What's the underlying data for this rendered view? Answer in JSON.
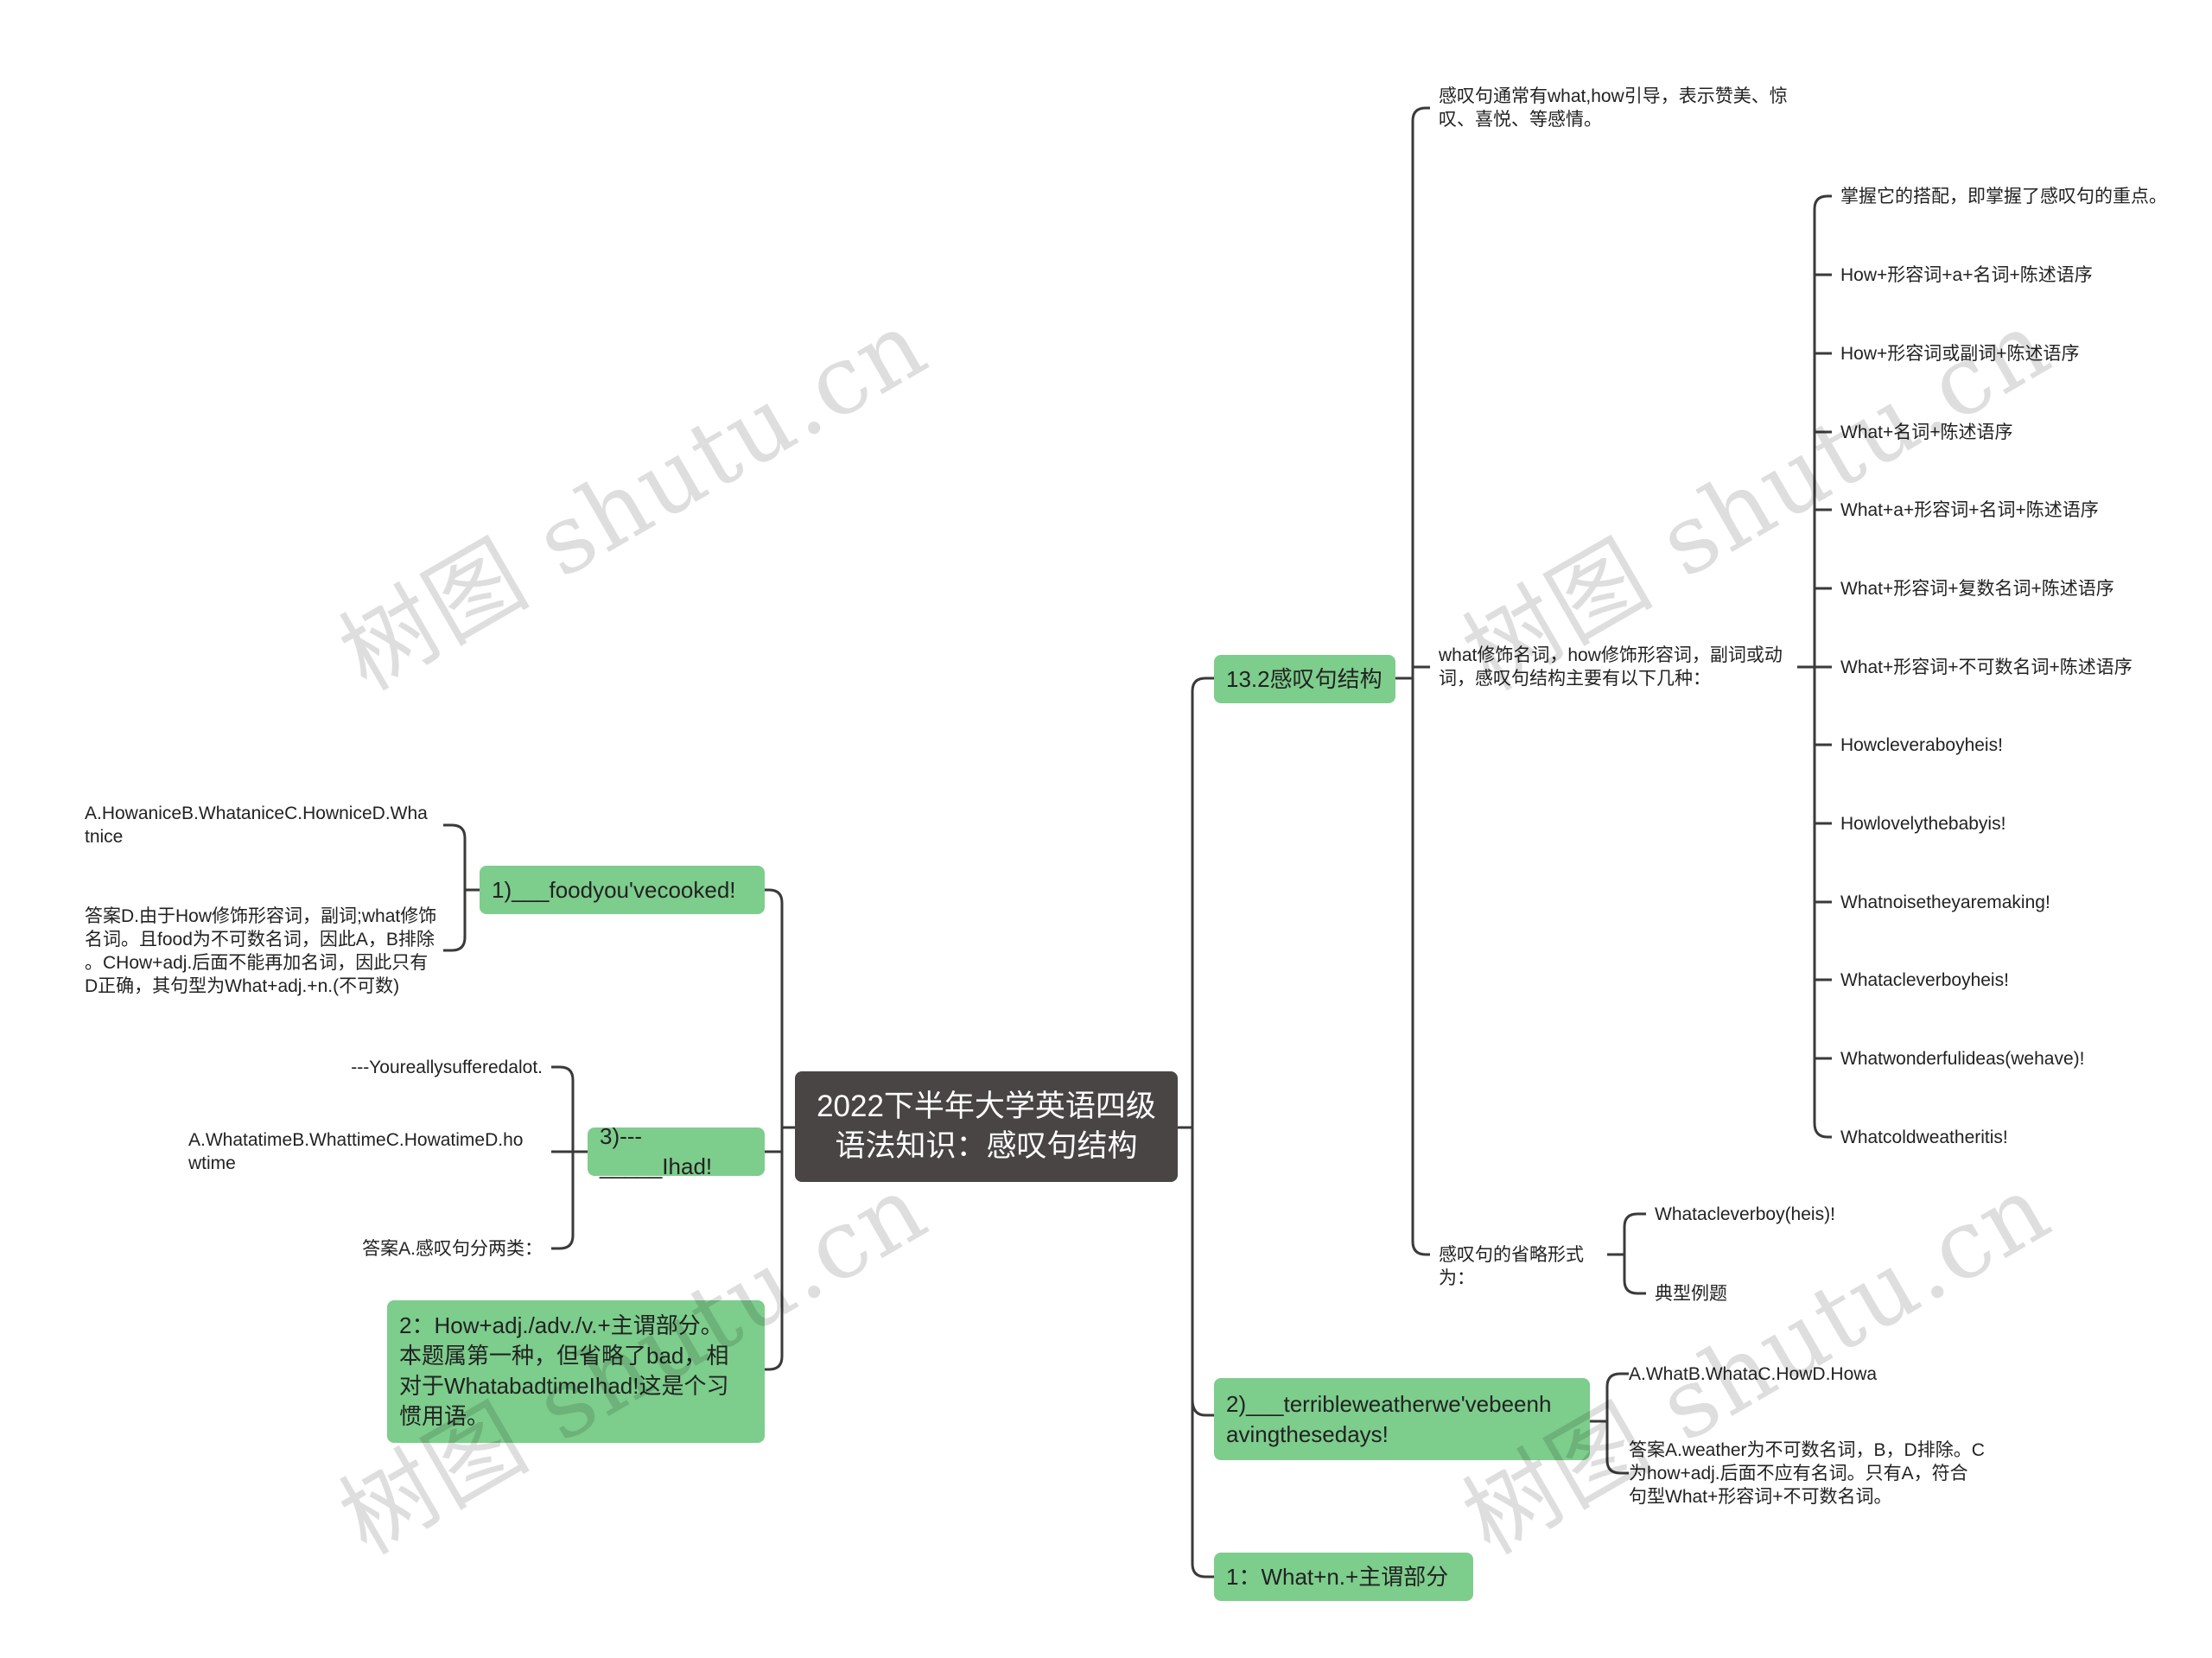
{
  "root": {
    "title": "2022下半年大学英语四级\n语法知识：感叹句结构"
  },
  "right": {
    "b1": {
      "label": "13.2感叹句结构",
      "c1": "感叹句通常有what,how引导，表示赞美、惊\n叹、喜悦、等感情。",
      "c2": {
        "label": "what修饰名词，how修饰形容词，副词或动\n词，感叹句结构主要有以下几种：",
        "items": [
          "掌握它的搭配，即掌握了感叹句的重点。",
          "How+形容词+a+名词+陈述语序",
          "How+形容词或副词+陈述语序",
          "What+名词+陈述语序",
          "What+a+形容词+名词+陈述语序",
          "What+形容词+复数名词+陈述语序",
          "What+形容词+不可数名词+陈述语序",
          "Howcleveraboyheis!",
          "Howlovelythebabyis!",
          "Whatnoisetheyaremaking!",
          "Whatacleverboyheis!",
          "Whatwonderfulideas(wehave)!",
          "Whatcoldweatheritis!"
        ]
      },
      "c3": {
        "label": "感叹句的省略形式为：",
        "items": [
          "Whatacleverboy(heis)!",
          "典型例题"
        ]
      }
    },
    "b2": {
      "label": "2)___terribleweatherwe'vebeenh\navingthesedays!",
      "items": [
        "A.WhatB.WhataC.HowD.Howa",
        "答案A.weather为不可数名词，B，D排除。C\n为how+adj.后面不应有名词。只有A，符合\n句型What+形容词+不可数名词。"
      ]
    },
    "b3": {
      "label": "1：What+n.+主谓部分"
    }
  },
  "left": {
    "l1": {
      "label": "1)___foodyou'vecooked!",
      "items": [
        "A.HowaniceB.WhataniceC.HowniceD.Wha\ntnice",
        "答案D.由于How修饰形容词，副词;what修饰\n名词。且food为不可数名词，因此A，B排除\n。CHow+adj.后面不能再加名词，因此只有\nD正确，其句型为What+adj.+n.(不可数)"
      ]
    },
    "l2": {
      "label": "3)---_____Ihad!",
      "items": [
        "---Youreallysufferedalot.",
        "A.WhatatimeB.WhattimeC.HowatimeD.ho\nwtime",
        "答案A.感叹句分两类："
      ]
    },
    "l3": {
      "label": "2：How+adj./adv./v.+主谓部分。\n本题属第一种，但省略了bad，相\n对于WhatabadtimeIhad!这是个习\n惯用语。"
    }
  },
  "watermark": "树图 shutu.cn",
  "colors": {
    "root": "#4a4545",
    "branch": "#7dcd8c",
    "line": "#3a3a3a"
  }
}
